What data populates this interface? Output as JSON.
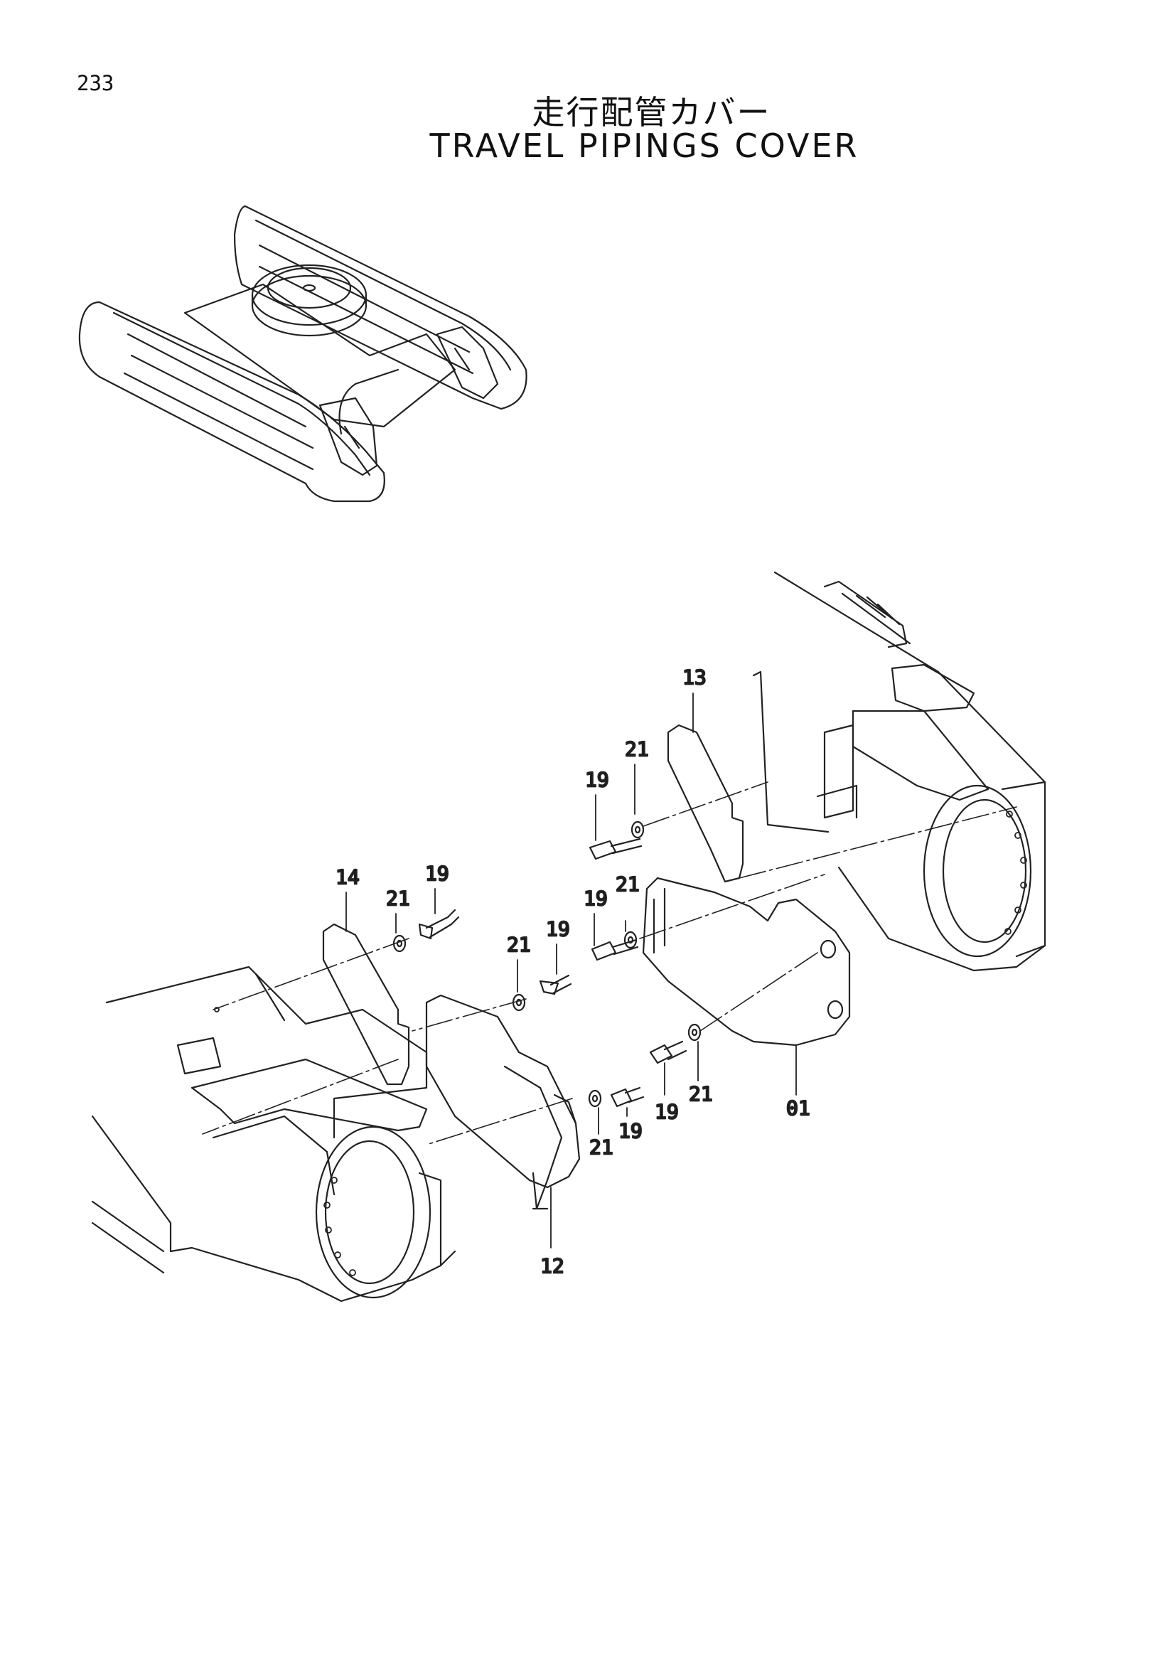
{
  "page_number": "233",
  "title_jp": "走行配管カバー",
  "title_en": "TRAVEL PIPINGS COVER",
  "part_labels": {
    "p13": "13",
    "p21_a": "21",
    "p19_a": "19",
    "p14": "14",
    "p21_b": "21",
    "p19_b": "19",
    "p19_c": "19",
    "p21_c": "21",
    "p21_d": "21",
    "p19_d": "19",
    "p19_e": "19",
    "p21_e": "21",
    "p21_f": "21",
    "p19_f": "19",
    "p01": "01",
    "p12": "12"
  },
  "colors": {
    "line": "#222222",
    "background": "#ffffff"
  }
}
